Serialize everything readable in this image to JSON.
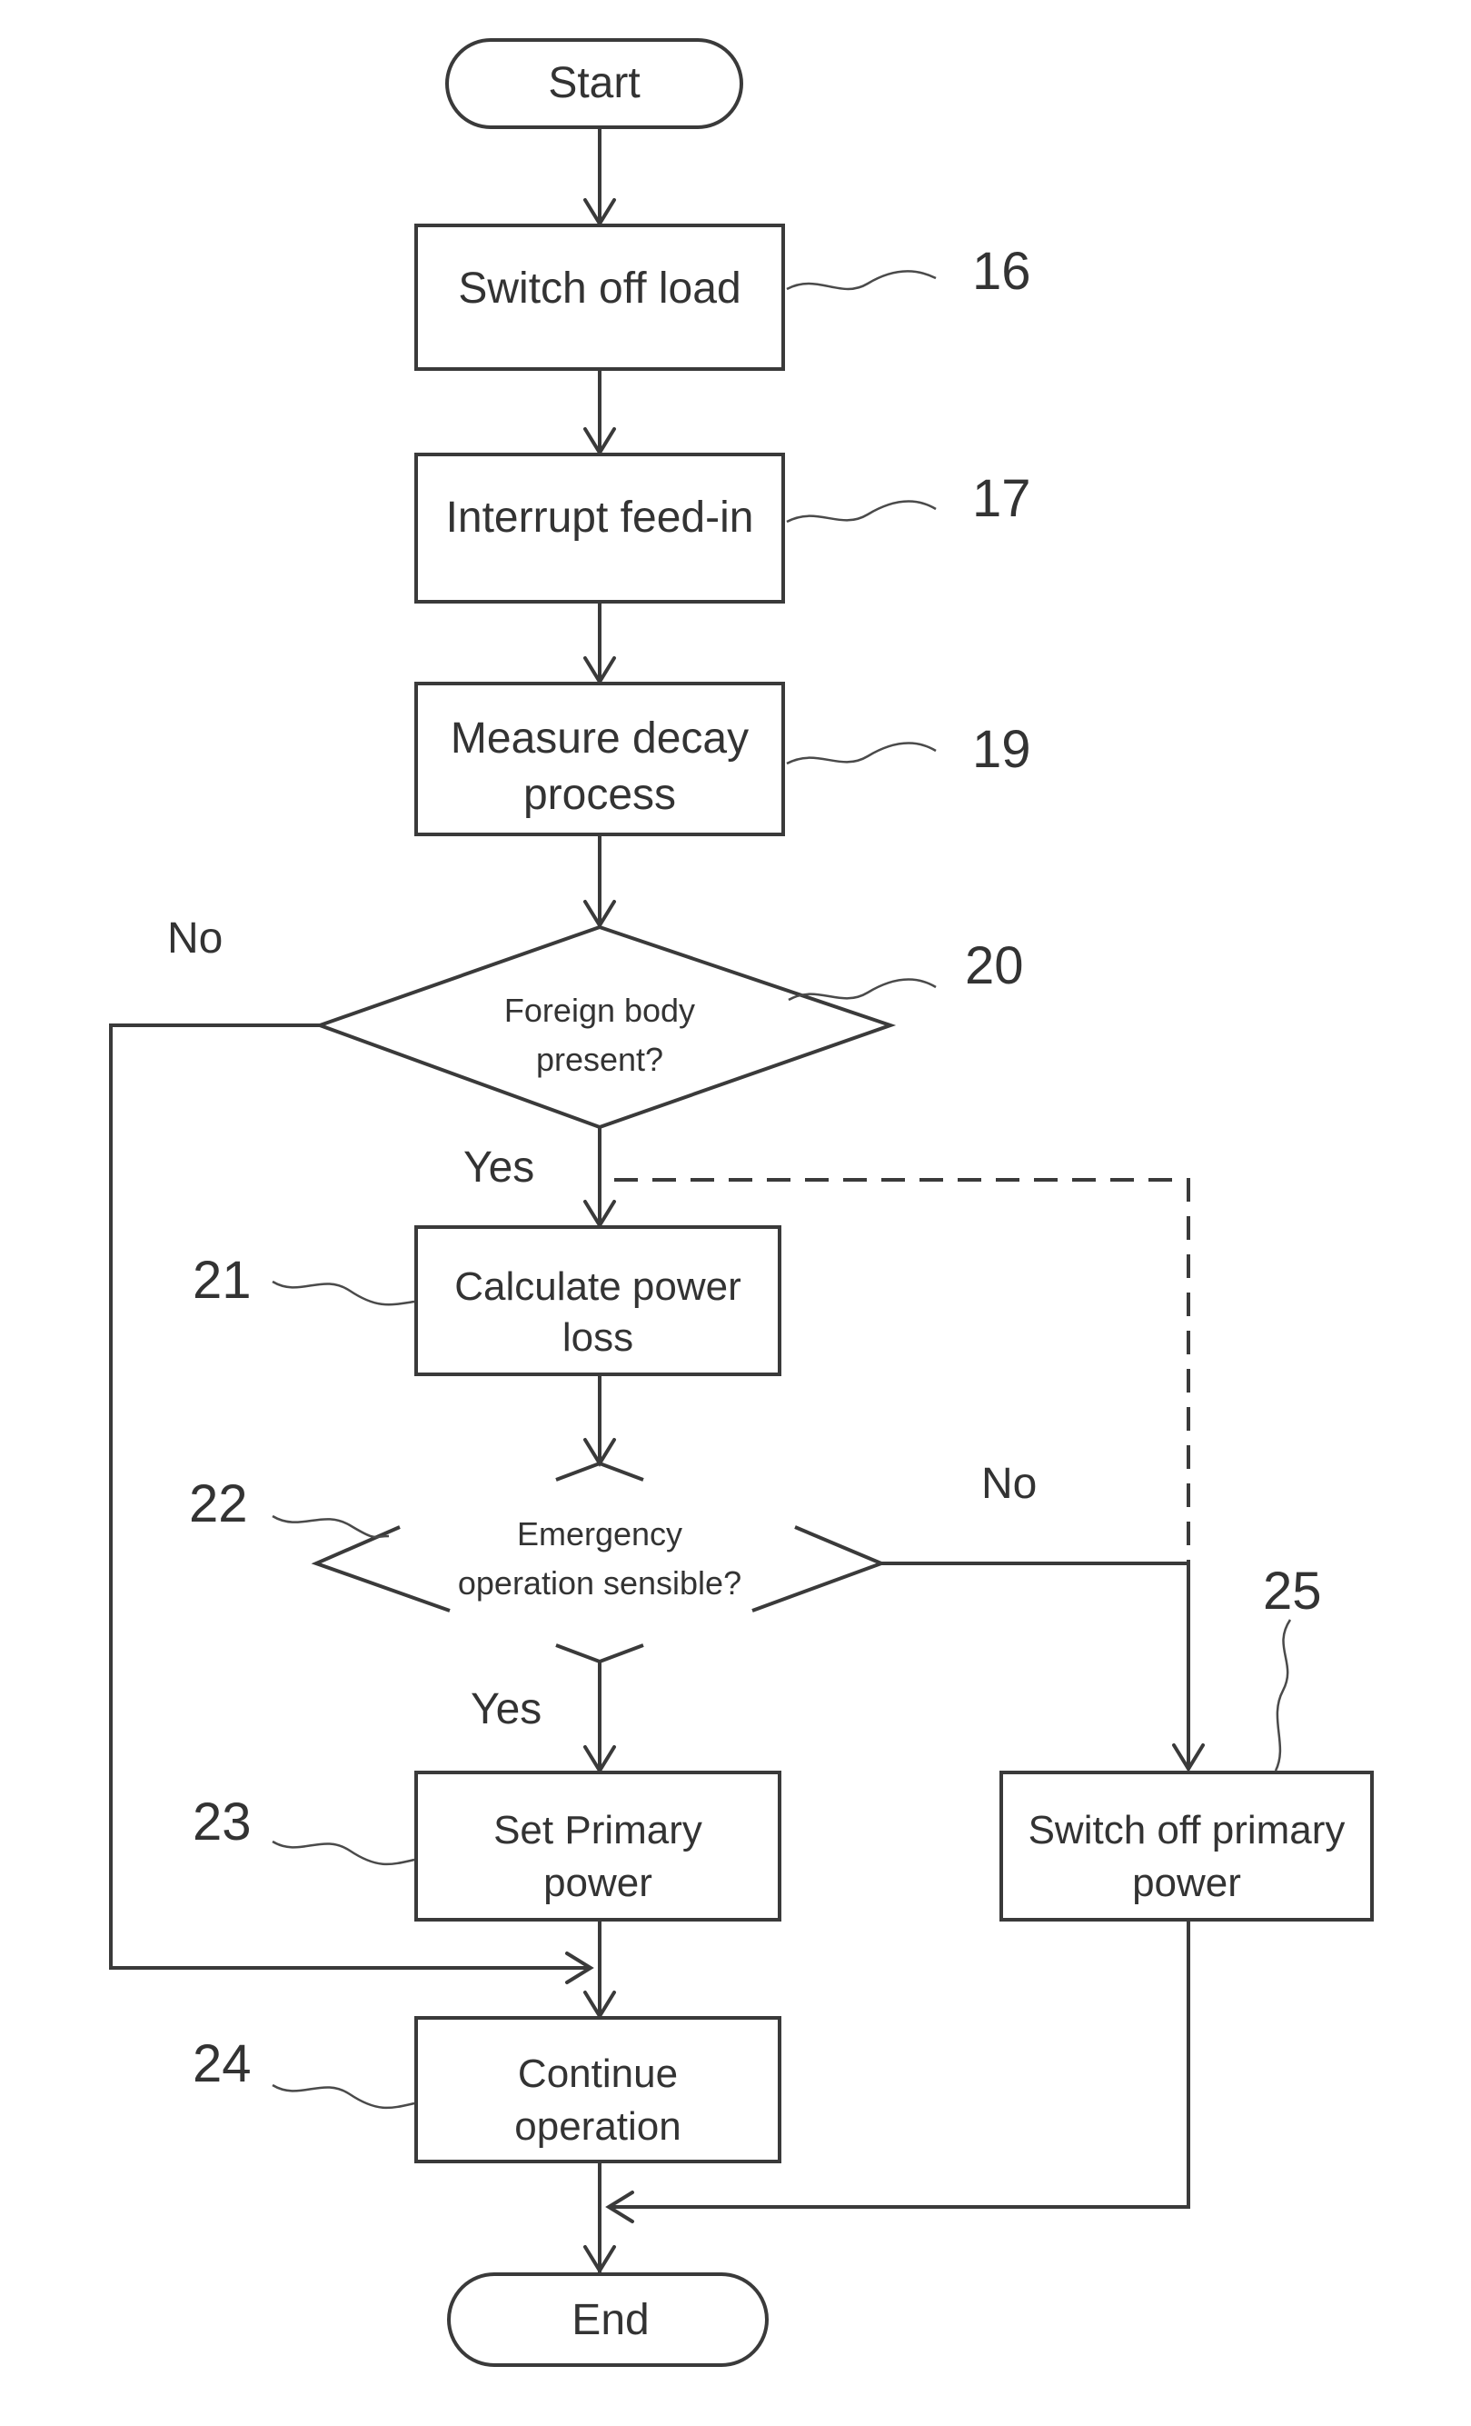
{
  "nodes": {
    "start": "Start",
    "switch_off_load": "Switch off load",
    "interrupt_feed_in": "Interrupt feed-in",
    "measure_decay": [
      "Measure decay",
      "process"
    ],
    "foreign_body": [
      "Foreign body",
      "present?"
    ],
    "calculate_power_loss": [
      "Calculate power",
      "loss"
    ],
    "emergency_operation": [
      "Emergency",
      "operation sensible?"
    ],
    "set_primary_power": [
      "Set Primary",
      "power"
    ],
    "switch_off_primary": [
      "Switch off primary",
      "power"
    ],
    "continue_operation": [
      "Continue",
      "operation"
    ],
    "end": "End"
  },
  "branch_labels": {
    "foreign_body_no": "No",
    "foreign_body_yes": "Yes",
    "emergency_no": "No",
    "emergency_yes": "Yes"
  },
  "reference_numbers": {
    "switch_off_load": "16",
    "interrupt_feed_in": "17",
    "measure_decay": "19",
    "foreign_body": "20",
    "calculate_power_loss": "21",
    "emergency_operation": "22",
    "set_primary_power": "23",
    "continue_operation": "24",
    "switch_off_primary": "25"
  }
}
